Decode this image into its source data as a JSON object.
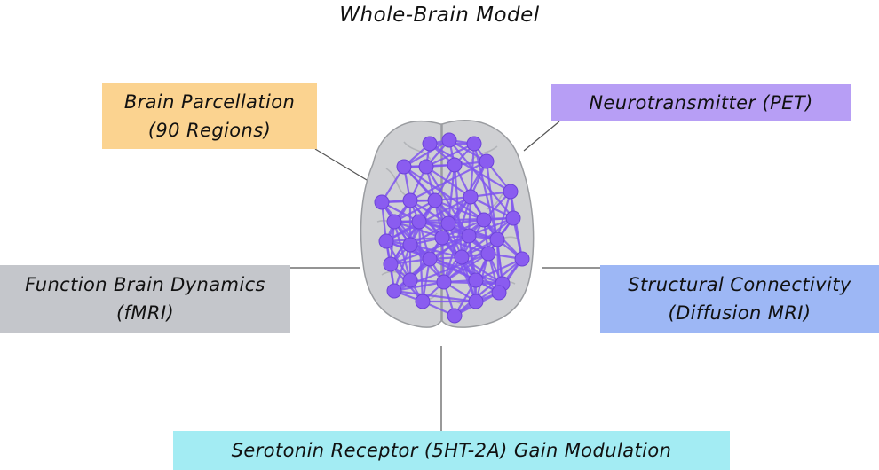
{
  "title": "Whole-Brain Model",
  "colors": {
    "parcellation_box": "#fbd390",
    "neurotransmitter_box": "#b79ef5",
    "function_box": "#c4c6cb",
    "structural_box": "#9db7f5",
    "serotonin_box": "#a3ecf3",
    "node": "#8a5cf0",
    "edge": "#7f55ee",
    "brain": "#cfd0d3"
  },
  "boxes": {
    "parcellation": {
      "line1": "Brain Parcellation",
      "line2": "(90 Regions)"
    },
    "neurotransmitter": {
      "line1": "Neurotransmitter (PET)"
    },
    "function": {
      "line1": "Function Brain Dynamics",
      "line2": "(fMRI)"
    },
    "structural": {
      "line1": "Structural Connectivity",
      "line2": "(Diffusion MRI)"
    },
    "serotonin": {
      "line1": "Serotonin Receptor (5HT-2A) Gain Modulation"
    }
  }
}
